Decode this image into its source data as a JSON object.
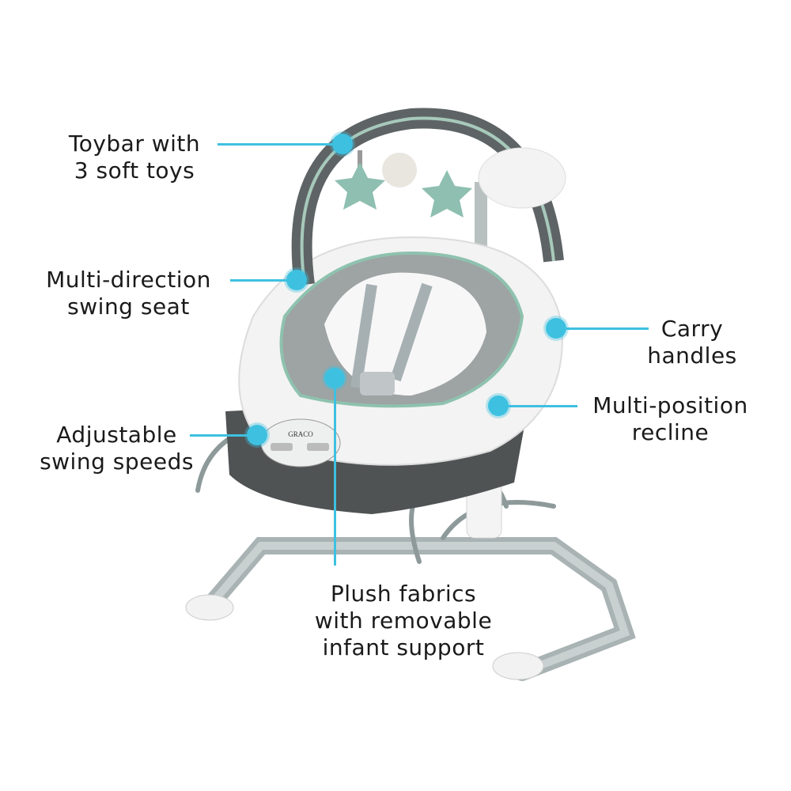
{
  "accent_color": "#3ec1e0",
  "brand_logo": "GRACO",
  "callouts": [
    {
      "id": "toybar",
      "lines": [
        "Toybar with",
        "3 soft toys"
      ]
    },
    {
      "id": "swing-seat",
      "lines": [
        "Multi-direction",
        "swing seat"
      ]
    },
    {
      "id": "carry-handles",
      "lines": [
        "Carry",
        "handles"
      ]
    },
    {
      "id": "recline",
      "lines": [
        "Multi-position",
        "recline"
      ]
    },
    {
      "id": "swing-speeds",
      "lines": [
        "Adjustable",
        "swing speeds"
      ]
    },
    {
      "id": "plush-fabrics",
      "lines": [
        "Plush fabrics",
        "with removable",
        "infant support"
      ]
    }
  ]
}
